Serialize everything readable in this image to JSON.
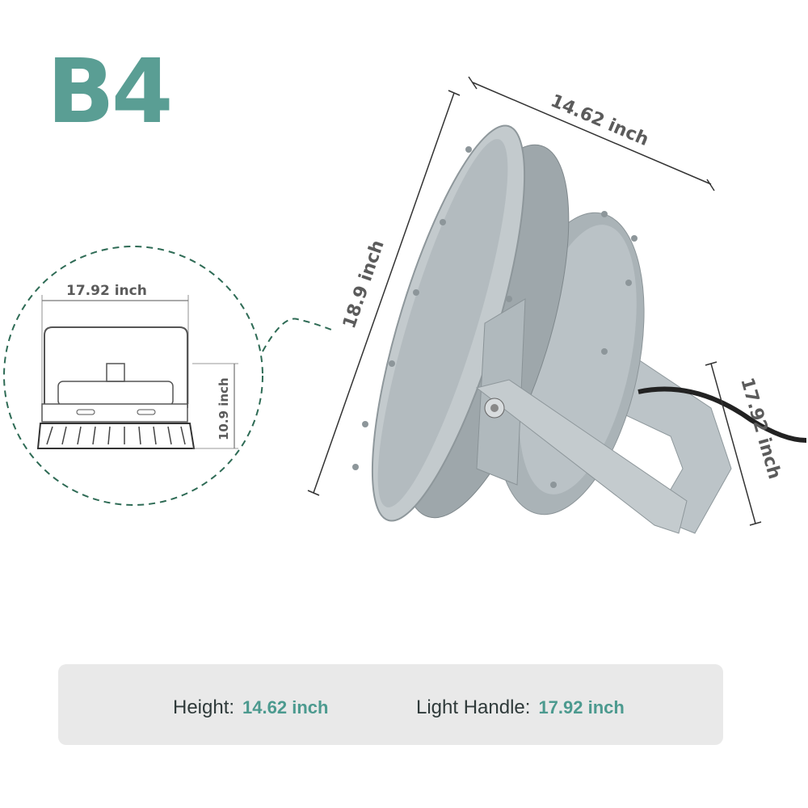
{
  "model_label": "B4",
  "dimensions": {
    "width": "14.62 inch",
    "diameter": "18.9 inch",
    "bracket": "17.92 inch",
    "inset_width": "17.92 inch",
    "inset_height": "10.9 inch"
  },
  "specs": [
    {
      "label": "Height:",
      "value": "14.62 inch"
    },
    {
      "label": "Light Handle:",
      "value": "17.92 inch"
    }
  ],
  "colors": {
    "accent": "#5a9e94",
    "panel": "#e9e9e9",
    "fixture": "#b4bcc0"
  }
}
